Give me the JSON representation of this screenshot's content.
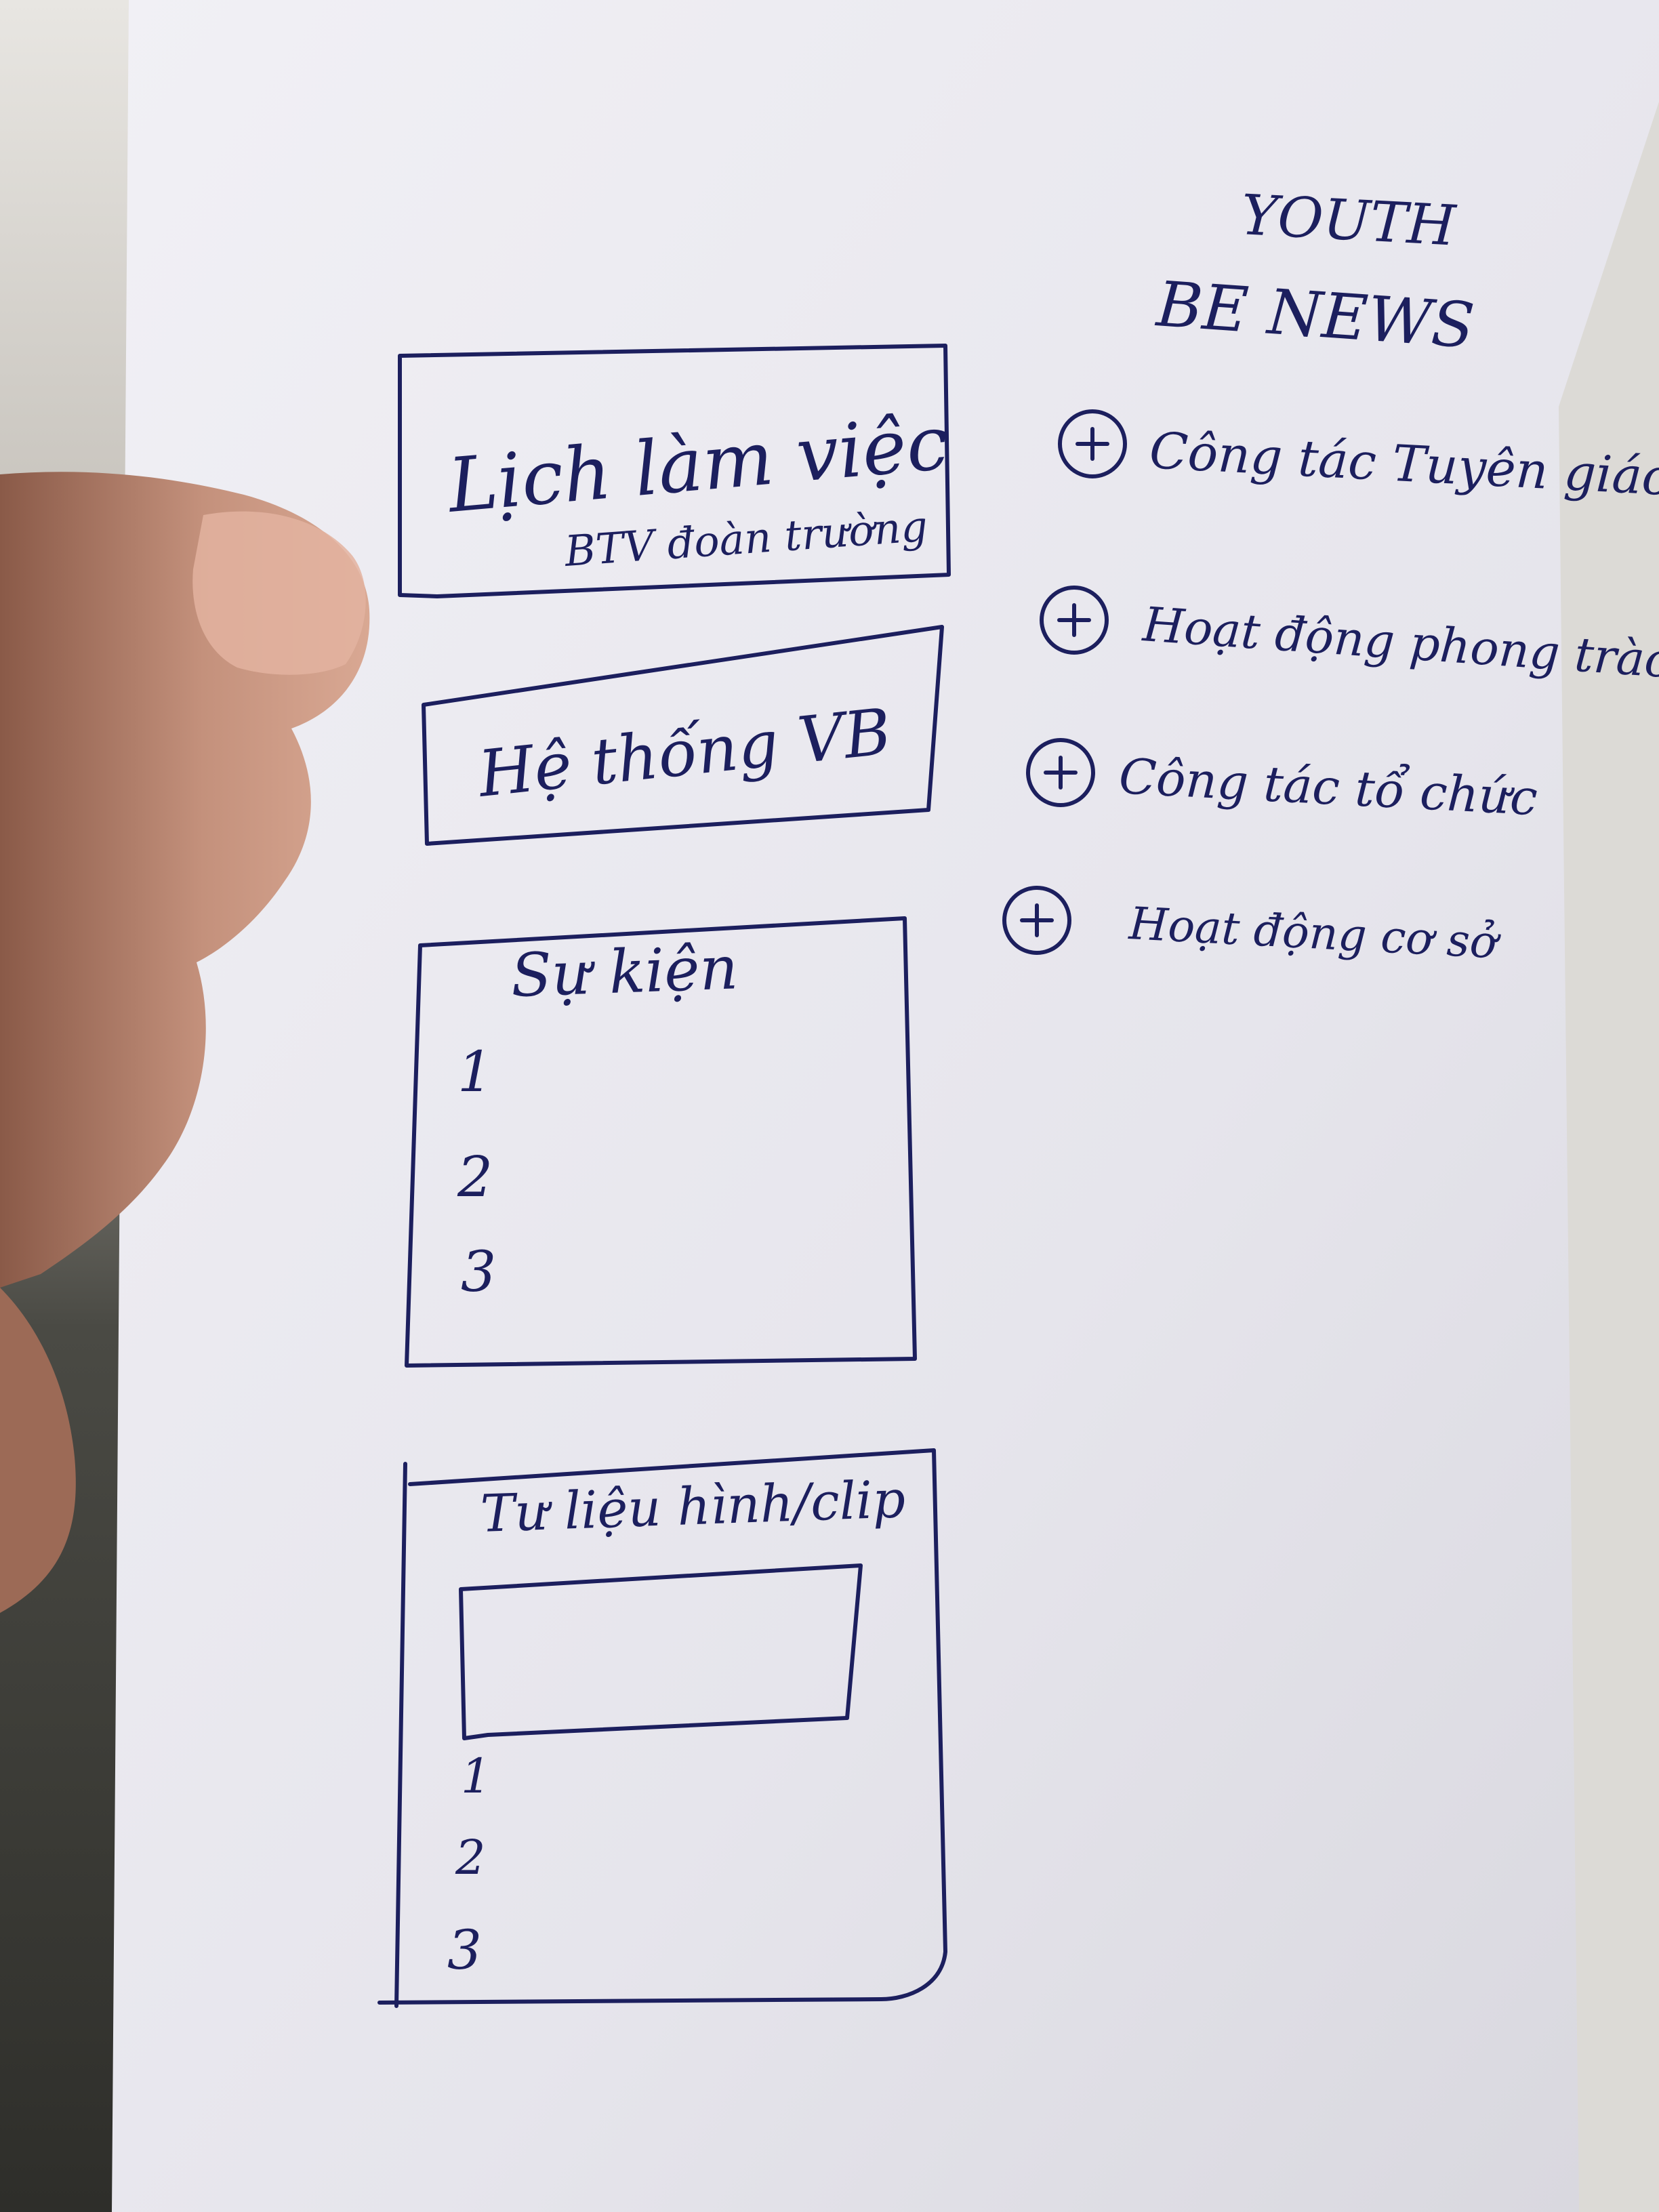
{
  "header": {
    "line1": "YOUTH",
    "line2": "BE NEWS"
  },
  "boxes": {
    "schedule": {
      "title": "Lịch làm việc",
      "subtitle": "BTV đoàn trường"
    },
    "system": {
      "title": "Hệ thống VB"
    },
    "events": {
      "title": "Sự kiện",
      "items": [
        "1",
        "2",
        "3"
      ]
    },
    "gallery": {
      "title": "Tư liệu hình/clip",
      "items": [
        "1",
        "2",
        "3"
      ]
    }
  },
  "categories": [
    {
      "icon": "plus-circle-icon",
      "label": "Công tác Tuyên giáo"
    },
    {
      "icon": "plus-circle-icon",
      "label": "Hoạt động phong trào"
    },
    {
      "icon": "plus-circle-icon",
      "label": "Công tác tổ chức"
    },
    {
      "icon": "plus-circle-icon",
      "label": "Hoạt động cơ sở"
    }
  ],
  "colors": {
    "ink": "#1c1f5e",
    "paper": "#e9e8ee",
    "background": "#3a3a36",
    "skin": "#c98f78"
  }
}
